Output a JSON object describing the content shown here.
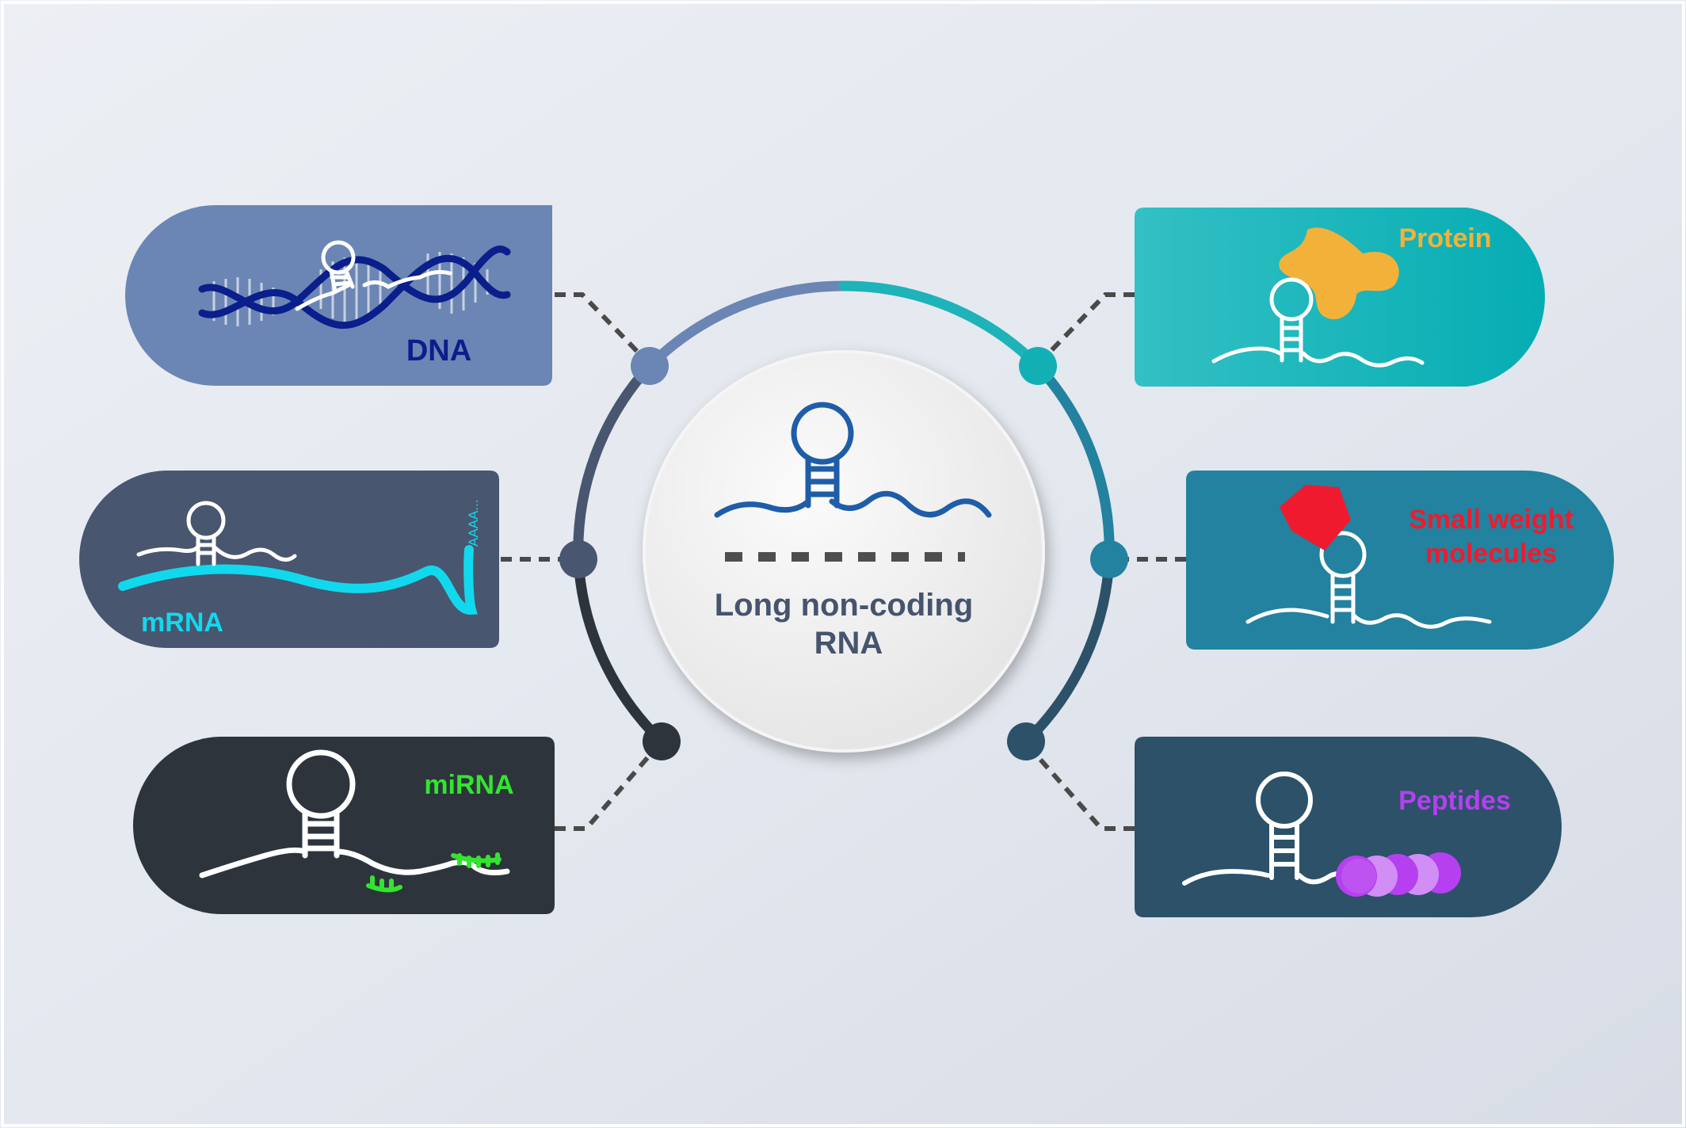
{
  "center": {
    "title_line1": "Long non-coding",
    "title_line2": "RNA"
  },
  "nodes": {
    "dna": {
      "label": "DNA",
      "bg": "#6b86b4",
      "text_color": "#0a1e8c"
    },
    "mrna": {
      "label": "mRNA",
      "bg": "#48566f",
      "text_color": "#12d8ee",
      "tail": "AAAA..."
    },
    "mirna": {
      "label": "miRNA",
      "bg": "#2d343c",
      "text_color": "#33e52f"
    },
    "protein": {
      "label": "Protein",
      "bg": "#2fbcc0",
      "text_color": "#f2b23a"
    },
    "small": {
      "label_line1": "Small weight",
      "label_line2": "molecules",
      "bg": "#22829f",
      "text_color": "#f01a2e"
    },
    "peptides": {
      "label": "Peptides",
      "bg": "#2c5169",
      "text_color": "#b63ff0"
    }
  },
  "colors": {
    "arc_top_left": "#6b86b4",
    "arc_mid_left": "#48566f",
    "arc_bottom_left": "#2d343c",
    "arc_top_right": "#1eb3b8",
    "arc_mid_right": "#22829f",
    "arc_bottom_right": "#2c5169",
    "center_rna": "#1f5da8",
    "center_text": "#46546e"
  }
}
